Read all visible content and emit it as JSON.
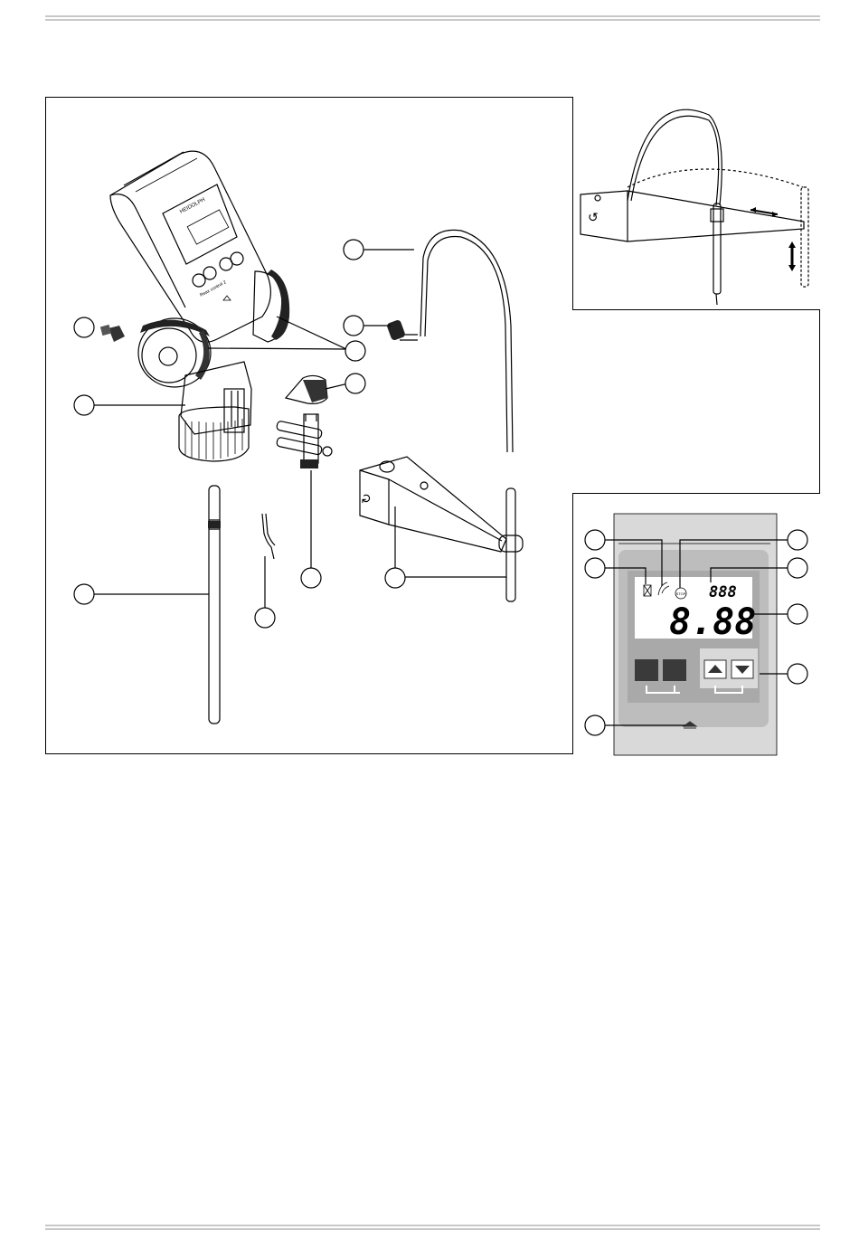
{
  "page": {
    "background": "#ffffff",
    "rule_color": "#c8c8c8"
  },
  "device": {
    "brand": "HEIDOLPH",
    "model": "Reax control 2",
    "display_small": "888",
    "display_large": "8.88",
    "panel_colors": {
      "housing": "#d9d9d9",
      "face": "#a9a9a9",
      "lcd": "#ffffff",
      "key": "#3a3a3a"
    }
  },
  "icons": {
    "stop_symbol_text": "STOP",
    "service_symbol": "⏏"
  }
}
